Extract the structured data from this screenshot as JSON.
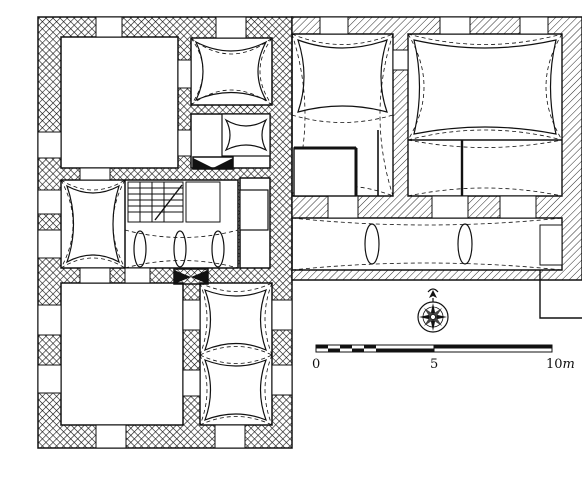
{
  "scale_bar": {
    "labels": [
      "0",
      "5",
      "10"
    ],
    "unit": "m"
  },
  "north_arrow": {
    "icon": "compass-rose-icon"
  },
  "colors": {
    "ink": "#111111",
    "wall_hatch": "#111111",
    "paper": "#ffffff"
  }
}
